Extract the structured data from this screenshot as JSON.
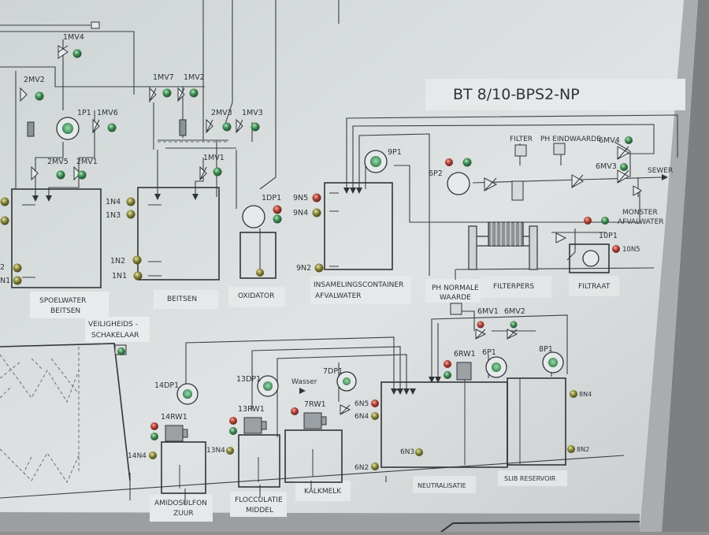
{
  "title": "BT 8/10-BPS2-NP",
  "valves": {
    "v1mv4": "1MV4",
    "v2mv2": "2MV2",
    "v1mv7": "1MV7",
    "v1mv2": "1MV2",
    "v1p1": "1P1",
    "v1mv6": "1MV6",
    "v2mv3a": "2MV3",
    "v1mv3": "1MV3",
    "v2mv5": "2MV5",
    "v2mv1": "2MV1",
    "v1mv1": "1MV1",
    "v1dp1": "1DP1",
    "v9p1": "9P1",
    "v6p2": "6P2",
    "v6mv4": "6MV4",
    "v6mv3": "6MV3",
    "v10p1": "10P1",
    "v6mv1": "6MV1",
    "v6mv2": "6MV2",
    "v6rw1": "6RW1",
    "v6p1": "6P1",
    "v8p1": "8P1",
    "v14dp1": "14DP1",
    "v13dp1": "13DP1",
    "v7dp1": "7DP1",
    "v14rw1": "14RW1",
    "v13rw1": "13RW1",
    "v7rw1": "7RW1"
  },
  "sensors": {
    "s1n4": "1N4",
    "s1n3": "1N3",
    "s1n2": "1N2",
    "s1n1": "1N1",
    "s9n5": "9N5",
    "s9n4": "9N4",
    "s9n2": "9N2",
    "s10n5": "10N5",
    "s8n4": "8N4",
    "s8n2": "8N2",
    "s6n5": "6N5",
    "s6n4": "6N4",
    "s6n3": "6N3",
    "s6n2": "6N2",
    "s14n4": "14N4",
    "s13n4": "13N4",
    "s2a": "2",
    "s2b": "N1"
  },
  "labels": {
    "filter": "FILTER",
    "ph_end_1": "PH EINDWAARDE",
    "sewer": "SEWER",
    "monster_1": "MONSTER",
    "monster_2": "AFVALWATER",
    "wasser": "Wasser",
    "ph_norm_1": "PH NORMALE",
    "ph_norm_2": "WAARDE"
  },
  "sections": {
    "spoelwater_1": "SPOELWATER",
    "spoelwater_2": "BEITSEN",
    "beitsen": "BEITSEN",
    "oxidator": "OXIDATOR",
    "insameling_1": "INSAMELINGSCONTAINER",
    "insameling_2": "AFVALWATER",
    "veiligheid_1": "VEILIGHEIDS -",
    "veiligheid_2": "SCHAKELAAR",
    "filterpers": "FILTERPERS",
    "filtraat": "FILTRAAT",
    "amidosulfon_1": "AMIDOSULFON",
    "amidosulfon_2": "ZUUR",
    "flocculatie_1": "FLOCCULATIE",
    "flocculatie_2": "MIDDEL",
    "kalkmelk": "KALKMELK",
    "neutralisatie": "NEUTRALISATIE",
    "slib": "SLIB RESERVOIR"
  },
  "colors": {
    "panel": "#d9dddd",
    "line": "#3a3f44",
    "lamp_green": "#3f8f55",
    "lamp_red": "#b5433a",
    "lamp_olive": "#8a8a3a"
  }
}
